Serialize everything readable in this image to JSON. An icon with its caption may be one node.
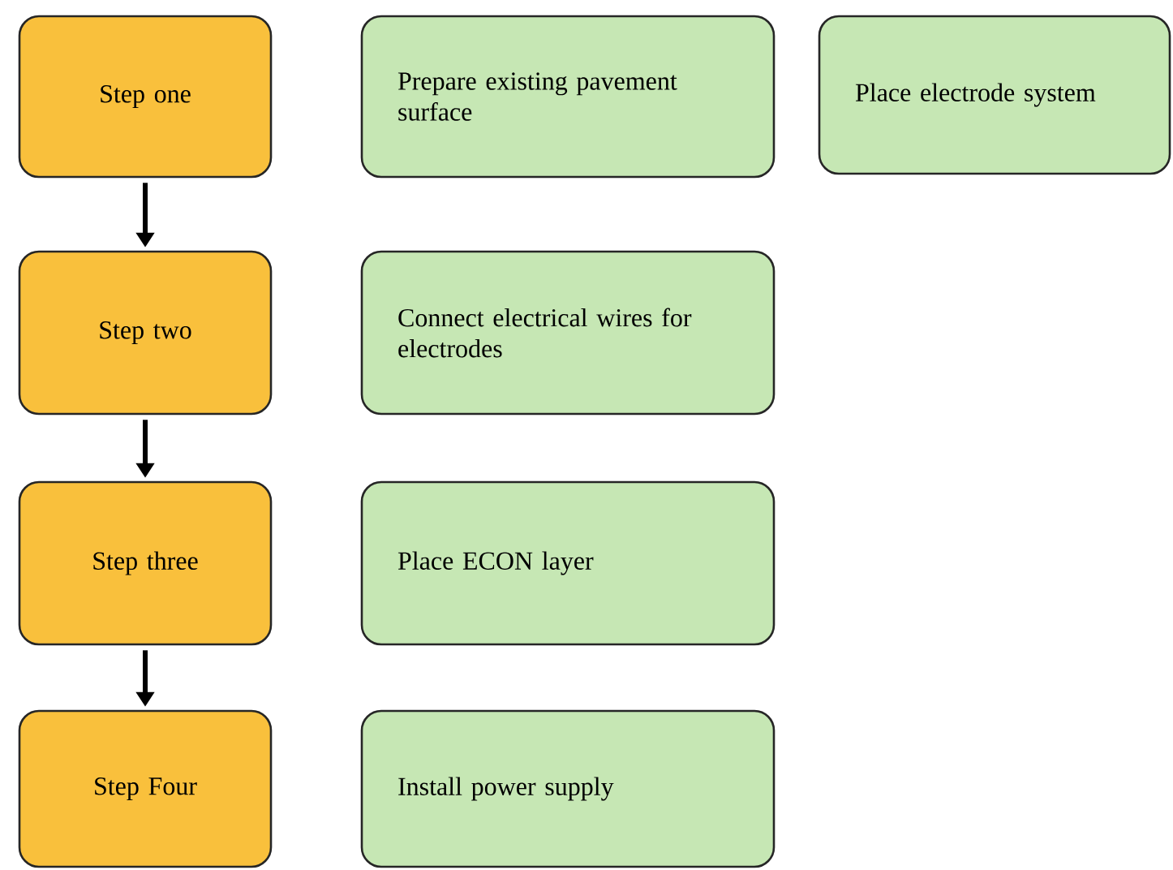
{
  "diagram": {
    "nodes": [
      {
        "text": [
          "Step one"
        ]
      },
      {
        "text": [
          "Prepare existing pavement surface"
        ]
      },
      {
        "text": [
          "Place electrode system"
        ]
      },
      {
        "text": [
          "Step two"
        ]
      },
      {
        "text": [
          "Connect electrical wires for electrodes"
        ]
      },
      {
        "text": [
          "Step three"
        ]
      },
      {
        "text": [
          "Place ECON layer"
        ]
      },
      {
        "text": [
          "Step Four"
        ]
      },
      {
        "text": [
          "Install power supply"
        ]
      }
    ],
    "edges": [
      {
        "from": 0,
        "to": 3,
        "arrow": "to"
      },
      {
        "from": 3,
        "to": 5,
        "arrow": "to"
      },
      {
        "from": 5,
        "to": 7,
        "arrow": "to"
      }
    ]
  }
}
